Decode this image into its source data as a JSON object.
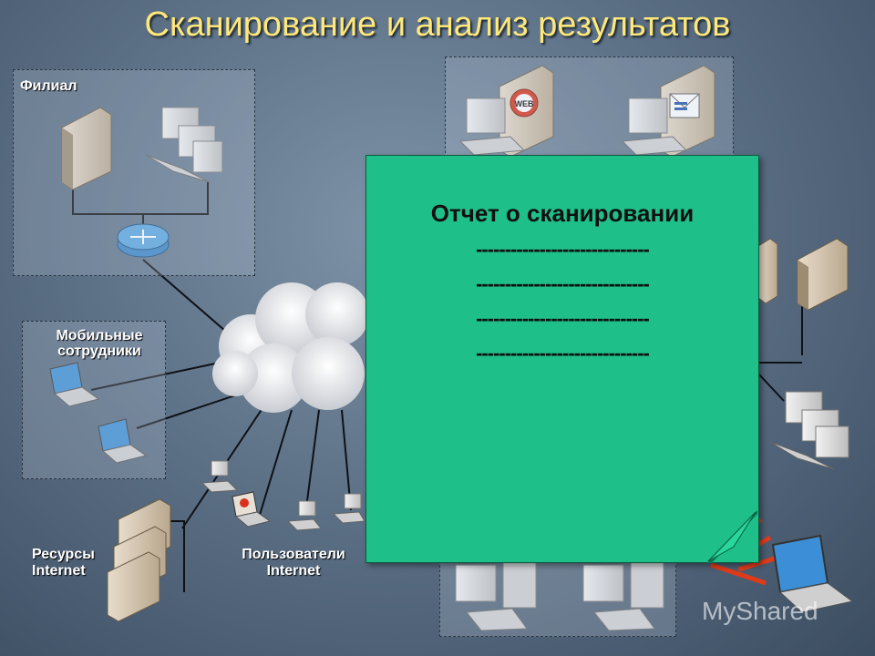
{
  "title": "Сканирование и анализ результатов",
  "zones": {
    "branch_label": "Филиал",
    "mobile_label": "Мобильные сотрудники"
  },
  "captions": {
    "internet_resources": "Ресурсы Internet",
    "internet_users": "Пользователи Internet"
  },
  "report": {
    "title": "Отчет о сканировании",
    "lines": [
      "------------------------------",
      "------------------------------",
      "------------------------------",
      "------------------------------"
    ]
  },
  "watermark": "MyShared",
  "icons": [
    "server-icon",
    "workstation-icon",
    "router-icon",
    "cloud-icon",
    "laptop-icon",
    "web-badge-icon",
    "mail-badge-icon",
    "alert-rays-icon"
  ],
  "colors": {
    "title": "#ffe87a",
    "report_bg": "#1fbf8a",
    "alert": "#e03a1a"
  }
}
